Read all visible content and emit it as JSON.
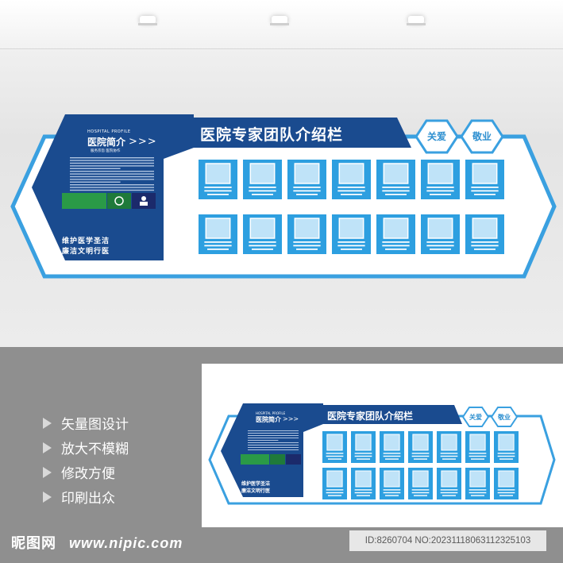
{
  "board": {
    "title": "医院专家团队介绍栏",
    "badge_left": "关爱",
    "badge_right": "敬业",
    "profile_en": "HOSPITAL PROFILE",
    "profile_cn": "医院简介",
    "profile_arrows": ">>>",
    "profile_sub": "服务宗旨  医院协作",
    "slogan_line1": "维护医学圣洁",
    "slogan_line2": "廉洁文明行医",
    "colors": {
      "navy": "#1a4b8f",
      "sky": "#2d9fe0",
      "frame": "#3aa0e0",
      "green": "#2a9a47",
      "darkgreen": "#1f7a3a",
      "deepnavy": "#1b2a6b"
    }
  },
  "features": [
    {
      "label": "矢量图设计"
    },
    {
      "label": "放大不模糊"
    },
    {
      "label": "修改方便"
    },
    {
      "label": "印刷出众"
    }
  ],
  "footer": {
    "brand_cn": "昵图网",
    "brand_url": "www.nipic.com",
    "id_text": "ID:8260704 NO:20231118063112325103"
  }
}
